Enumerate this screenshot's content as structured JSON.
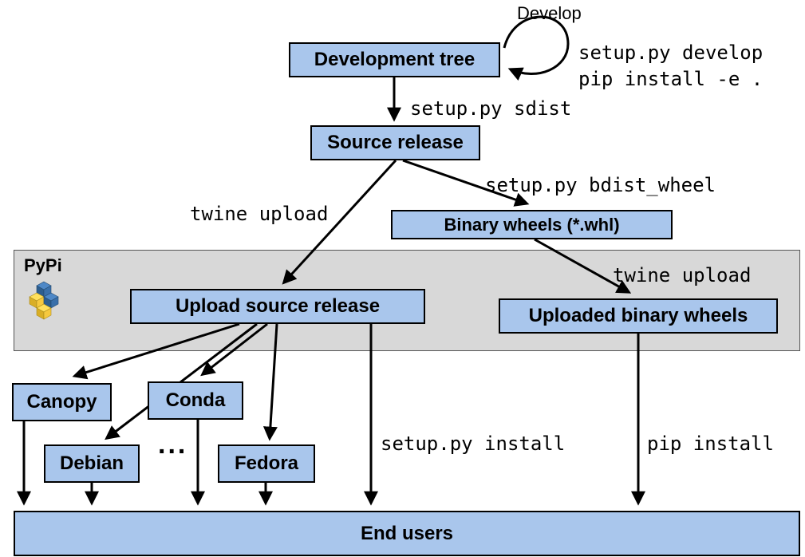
{
  "diagram": {
    "nodes": {
      "development_tree": "Development tree",
      "source_release": "Source release",
      "binary_wheels": "Binary wheels (*.whl)",
      "upload_source_release": "Upload source release",
      "uploaded_binary_wheels": "Uploaded binary wheels",
      "canopy": "Canopy",
      "conda": "Conda",
      "debian": "Debian",
      "fedora": "Fedora",
      "end_users": "End users",
      "ellipsis": "..."
    },
    "region": {
      "pypi_label": "PyPi"
    },
    "edge_labels": {
      "develop": "Develop",
      "setup_develop": "setup.py develop",
      "pip_install_editable": "pip install -e .",
      "sdist": "setup.py sdist",
      "bdist_wheel": "setup.py bdist_wheel",
      "twine_upload_source": "twine upload",
      "twine_upload_wheels": "twine upload",
      "setup_install": "setup.py install",
      "pip_install": "pip install"
    },
    "edges": [
      {
        "from": "development_tree",
        "to": "development_tree",
        "label": "Develop / setup.py develop / pip install -e ."
      },
      {
        "from": "development_tree",
        "to": "source_release",
        "label": "setup.py sdist"
      },
      {
        "from": "source_release",
        "to": "upload_source_release",
        "label": "twine upload"
      },
      {
        "from": "source_release",
        "to": "binary_wheels",
        "label": "setup.py bdist_wheel"
      },
      {
        "from": "binary_wheels",
        "to": "uploaded_binary_wheels",
        "label": "twine upload"
      },
      {
        "from": "upload_source_release",
        "to": "canopy",
        "label": ""
      },
      {
        "from": "upload_source_release",
        "to": "conda",
        "label": ""
      },
      {
        "from": "upload_source_release",
        "to": "debian",
        "label": ""
      },
      {
        "from": "upload_source_release",
        "to": "fedora",
        "label": ""
      },
      {
        "from": "upload_source_release",
        "to": "end_users",
        "label": "setup.py install"
      },
      {
        "from": "uploaded_binary_wheels",
        "to": "end_users",
        "label": "pip install"
      },
      {
        "from": "canopy",
        "to": "end_users",
        "label": ""
      },
      {
        "from": "conda",
        "to": "end_users",
        "label": ""
      },
      {
        "from": "debian",
        "to": "end_users",
        "label": ""
      },
      {
        "from": "fedora",
        "to": "end_users",
        "label": ""
      }
    ],
    "icons": {
      "pypi_logo": "isometric-cubes"
    },
    "colors": {
      "node_fill": "#a9c6ec",
      "band_fill": "#d8d8d8",
      "arrow": "#000000",
      "pypi_blue": "#3a70aa",
      "pypi_yellow": "#f6c93f"
    }
  }
}
